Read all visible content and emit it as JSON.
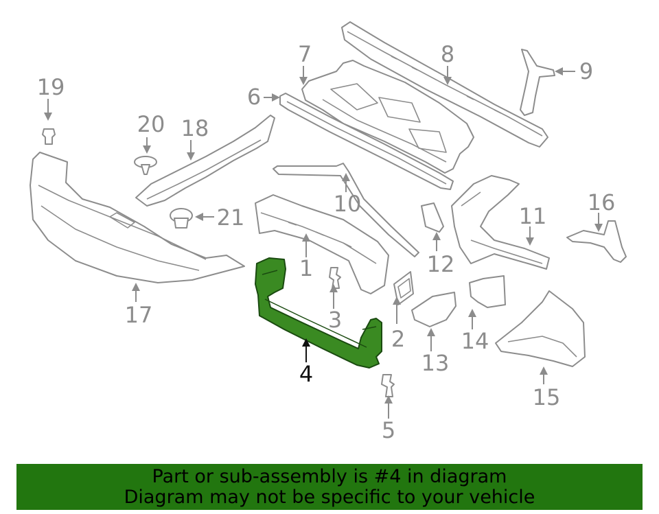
{
  "diagram": {
    "highlight_color": "#3a8a22",
    "part_line_color": "#8c8c8c",
    "selected_part": "4",
    "callouts": [
      "1",
      "2",
      "3",
      "4",
      "5",
      "6",
      "7",
      "8",
      "9",
      "10",
      "11",
      "12",
      "13",
      "14",
      "15",
      "16",
      "17",
      "18",
      "19",
      "20",
      "21"
    ]
  },
  "banner": {
    "line1": "Part or sub-assembly is #4 in diagram",
    "line2": "Diagram may not be specific to your vehicle",
    "background": "#22760f"
  }
}
